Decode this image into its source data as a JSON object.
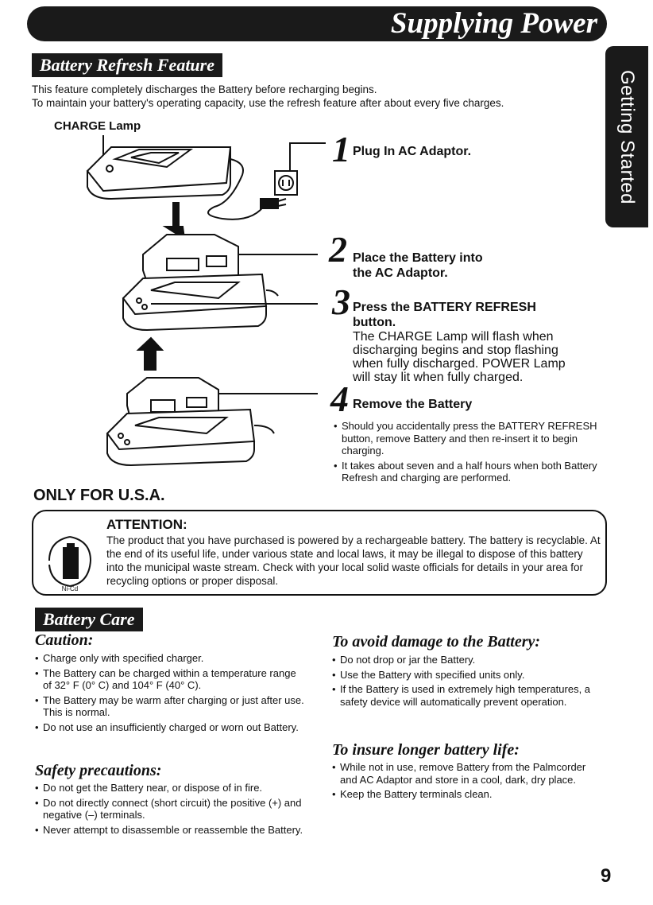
{
  "header": {
    "title": "Supplying Power"
  },
  "side_tab": {
    "label": "Getting Started"
  },
  "refresh_section": {
    "title": "Battery Refresh Feature",
    "intro_line1": "This feature completely discharges the Battery before recharging begins.",
    "intro_line2": "To maintain your battery's operating capacity, use the refresh feature after about every five charges.",
    "charge_lamp_label": "CHARGE Lamp",
    "steps": [
      {
        "num": "1",
        "title": "Plug In AC Adaptor.",
        "desc": ""
      },
      {
        "num": "2",
        "title": "Place the Battery into",
        "title2": "the AC Adaptor.",
        "desc": ""
      },
      {
        "num": "3",
        "title": "Press the BATTERY REFRESH",
        "title2": "button.",
        "desc1": "The CHARGE Lamp will flash when",
        "desc2": "discharging begins and stop flashing",
        "desc3": "when fully discharged. POWER Lamp",
        "desc4": "will stay lit when fully charged."
      },
      {
        "num": "4",
        "title": "Remove the Battery"
      }
    ],
    "notes": [
      "Should you accidentally press the BATTERY REFRESH button, remove Battery and then re-insert it to begin charging.",
      "It takes about seven and a half hours when both Battery Refresh and charging are performed."
    ],
    "usa_label": "ONLY FOR U.S.A."
  },
  "attention": {
    "title": "ATTENTION:",
    "body": "The product that you have purchased is powered by a rechargeable battery. The battery is recyclable. At the end of its useful life, under various state and local laws, it may be illegal to dispose of this battery into the municipal waste stream. Check with your local solid waste officials for details in your area for recycling options or proper disposal.",
    "logo_text": "Ni-Cd"
  },
  "care_section": {
    "title": "Battery Care",
    "caution": {
      "heading": "Caution:",
      "items": [
        "Charge only with specified charger.",
        "The Battery can be charged within a temperature range of 32° F (0° C) and 104° F (40° C).",
        "The Battery may be warm after charging or just after use. This is normal.",
        "Do not use an insufficiently charged or worn out Battery."
      ]
    },
    "safety": {
      "heading": "Safety precautions:",
      "items": [
        "Do not get the Battery near, or dispose of in fire.",
        "Do not directly connect (short circuit) the positive (+) and negative (–) terminals.",
        "Never attempt to disassemble or reassemble the Battery."
      ]
    },
    "avoid_damage": {
      "heading": "To avoid damage to the Battery:",
      "items": [
        "Do not drop or jar the Battery.",
        "Use the Battery with specified units only.",
        "If the Battery is used in extremely high temperatures, a safety device will automatically prevent operation."
      ]
    },
    "longer_life": {
      "heading": "To insure longer battery life:",
      "items": [
        "While not in use, remove Battery from the Palmcorder and AC Adaptor and store in a cool, dark, dry place.",
        "Keep the Battery terminals clean."
      ]
    }
  },
  "page_number": "9"
}
